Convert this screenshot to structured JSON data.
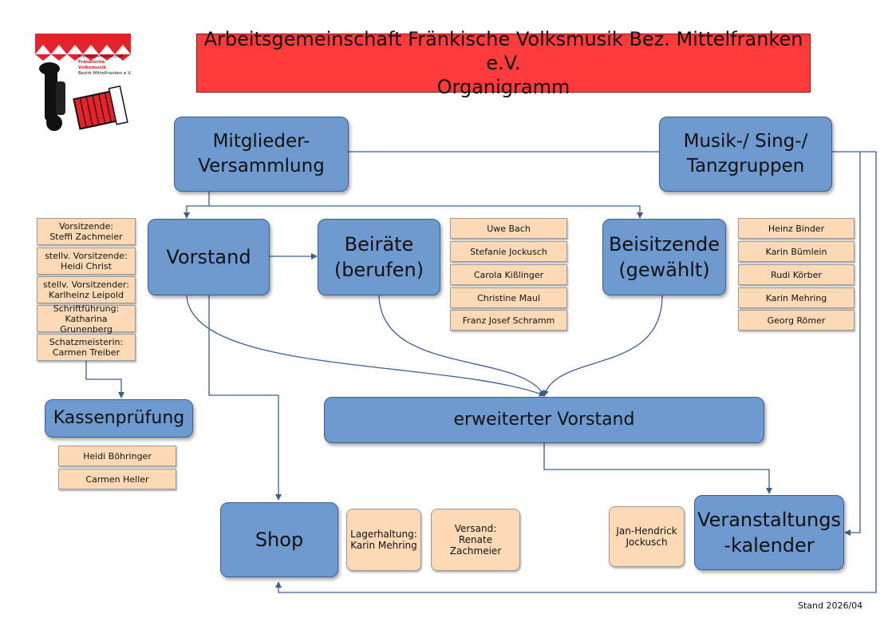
{
  "title": {
    "line1": "Arbeitsgemeinschaft Fränkische Volksmusik Bez. Mittelfranken e.V.",
    "line2": "Organigramm"
  },
  "logo": {
    "line1": "Arbeitsgemeinschaft",
    "line2": "Fränkische Volksmusik",
    "line3": "Bezirk Mittelfranken e.V.",
    "colors": {
      "red": "#e5232a",
      "black": "#111111"
    }
  },
  "nodes": {
    "mitglieder": {
      "line1": "Mitglieder-",
      "line2": "Versammlung"
    },
    "musik": {
      "line1": "Musik-/ Sing-/",
      "line2": "Tanzgruppen"
    },
    "vorstand": {
      "label": "Vorstand"
    },
    "beiraete": {
      "line1": "Beiräte",
      "line2": "(berufen)"
    },
    "beisitzende": {
      "line1": "Beisitzende",
      "line2": "(gewählt)"
    },
    "kassenpruefung": {
      "label": "Kassenprüfung"
    },
    "erweiterter": {
      "label": "erweiterter Vorstand"
    },
    "shop": {
      "label": "Shop"
    },
    "veranstaltung": {
      "line1": "Veranstaltungs",
      "line2": "-kalender"
    }
  },
  "vorstand_members": [
    {
      "role": "Vorsitzende:",
      "name": "Steffi Zachmeier"
    },
    {
      "role": "stellv. Vorsitzende:",
      "name": "Heidi Christ"
    },
    {
      "role": "stellv. Vorsitzender:",
      "name": "Karlheinz Leipold"
    },
    {
      "role": "Schriftführung:",
      "name": "Katharina Grunenberg"
    },
    {
      "role": "Schatzmeisterin:",
      "name": "Carmen Treiber"
    }
  ],
  "beiraete_members": [
    "Uwe Bach",
    "Stefanie Jockusch",
    "Carola Kißlinger",
    "Christine Maul",
    "Franz Josef Schramm"
  ],
  "beisitzende_members": [
    "Heinz Binder",
    "Karin Bümlein",
    "Rudi Körber",
    "Karin Mehring",
    "Georg Römer"
  ],
  "kassen_members": [
    "Heidi Böhringer",
    "Carmen Heller"
  ],
  "shop_roles": [
    {
      "role": "Lagerhaltung:",
      "name": "Karin Mehring"
    },
    {
      "role": "Versand:",
      "name": "Renate Zachmeier"
    }
  ],
  "kalender_member": {
    "line1": "Jan-Hendrick",
    "line2": "Jockusch"
  },
  "stand": "Stand 2026/04",
  "colors": {
    "node": "#6e9ad0",
    "tag": "#fdd9b5",
    "title": "#ff3b3b",
    "line": "#3d5f8f"
  }
}
